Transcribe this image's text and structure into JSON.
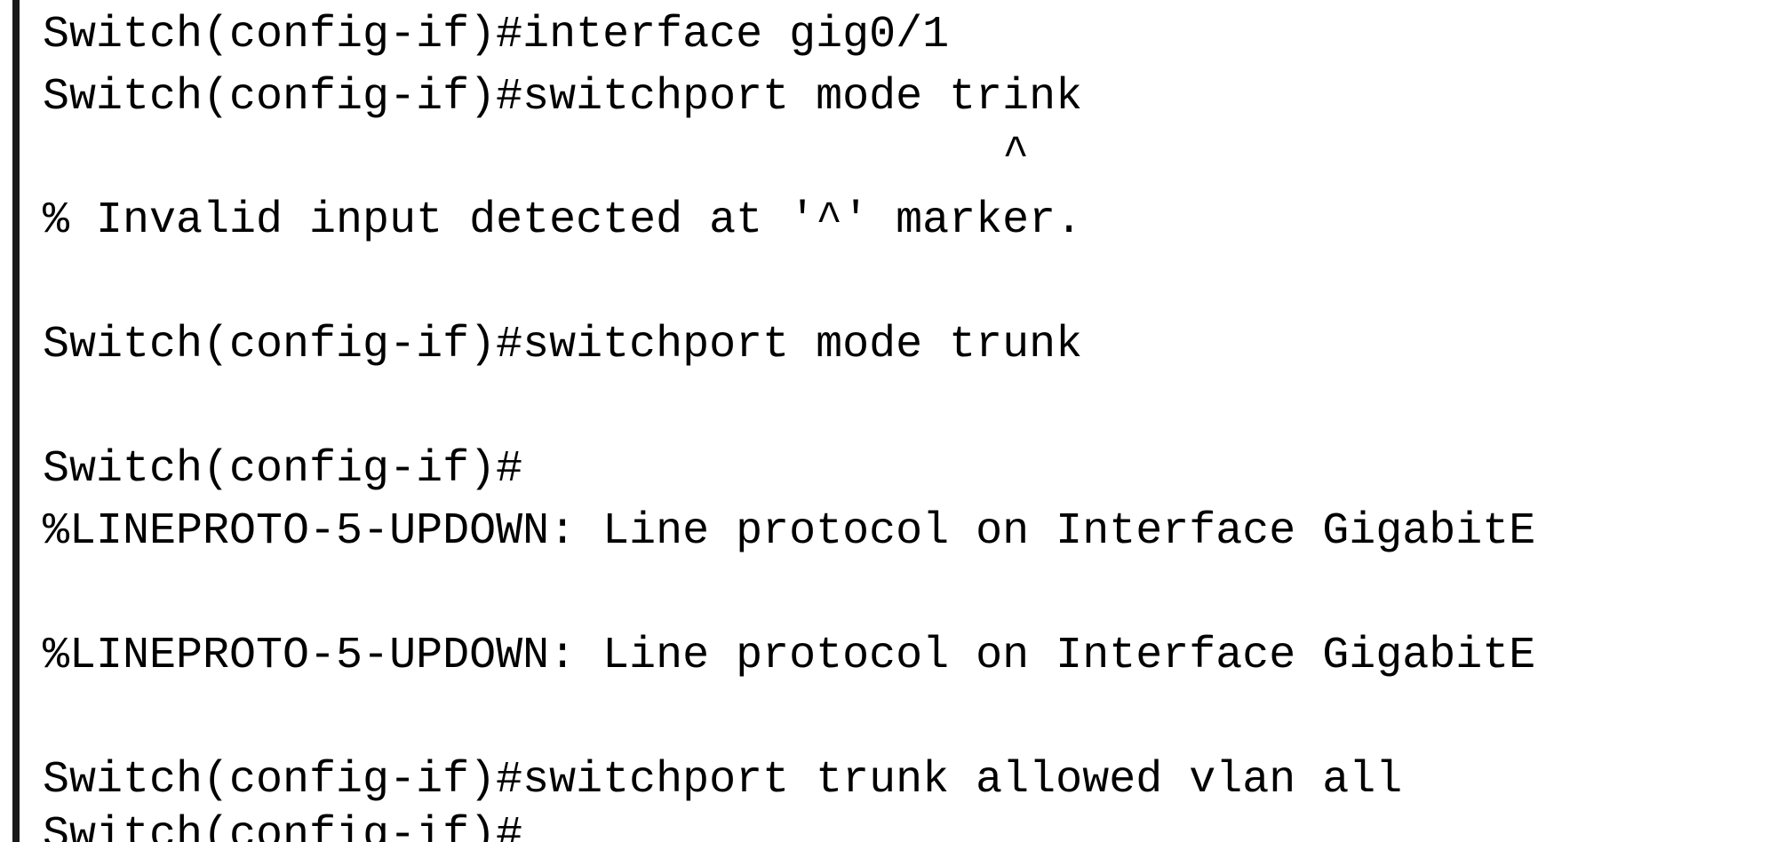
{
  "terminal": {
    "lines": [
      "Switch(config-if)#interface gig0/1",
      "Switch(config-if)#switchport mode trink",
      "                                    ^",
      "% Invalid input detected at '^' marker.",
      "",
      "Switch(config-if)#switchport mode trunk",
      "",
      "Switch(config-if)#",
      "%LINEPROTO-5-UPDOWN: Line protocol on Interface GigabitE",
      "",
      "%LINEPROTO-5-UPDOWN: Line protocol on Interface GigabitE",
      "",
      "Switch(config-if)#switchport trunk allowed vlan all",
      "Switch(config-if)#"
    ]
  }
}
